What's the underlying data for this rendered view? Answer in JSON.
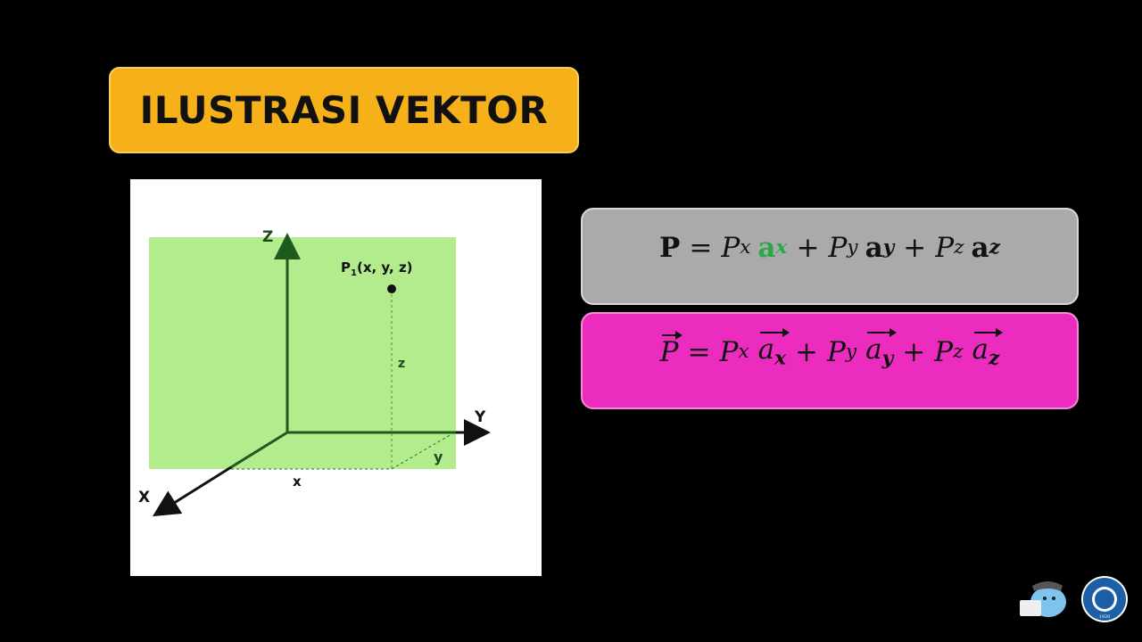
{
  "slide": {
    "title": "ILUSTRASI VEKTOR",
    "colors": {
      "background": "#000000",
      "title_box": "#f5b01a",
      "equation1_box": "#aaaaaa",
      "equation2_box": "#ec2cbe",
      "plane_fill": "#b2ec8c",
      "axis_dark_green": "#1e5a1e",
      "highlight_green": "#2aa845"
    }
  },
  "diagram": {
    "axes": {
      "z_label": "Z",
      "y_label": "Y",
      "x_label": "X"
    },
    "point_label": "P",
    "point_sub": "1",
    "point_coords": "(x, y, z)",
    "z_component": "z",
    "y_component": "y",
    "x_component": "x"
  },
  "equations": {
    "bold_notation": {
      "lhs": "P",
      "equals": "=",
      "plus": "+",
      "terms": [
        {
          "coef": "P",
          "coef_sub": "x",
          "unit": "a",
          "unit_sub": "x"
        },
        {
          "coef": "P",
          "coef_sub": "y",
          "unit": "a",
          "unit_sub": "y"
        },
        {
          "coef": "P",
          "coef_sub": "z",
          "unit": "a",
          "unit_sub": "z"
        }
      ]
    },
    "arrow_notation": {
      "lhs": "P",
      "equals": "=",
      "plus": "+",
      "terms": [
        {
          "coef": "P",
          "coef_sub": "x",
          "unit": "a",
          "unit_sub": "x"
        },
        {
          "coef": "P",
          "coef_sub": "y",
          "unit": "a",
          "unit_sub": "y"
        },
        {
          "coef": "P",
          "coef_sub": "z",
          "unit": "a",
          "unit_sub": "z"
        }
      ]
    }
  },
  "logos": [
    {
      "name": "elephant-mascot-logo"
    },
    {
      "name": "itb-seal-logo",
      "text": "INSTITUT TEKNOLOGI BANDUNG",
      "year": "1920"
    }
  ]
}
